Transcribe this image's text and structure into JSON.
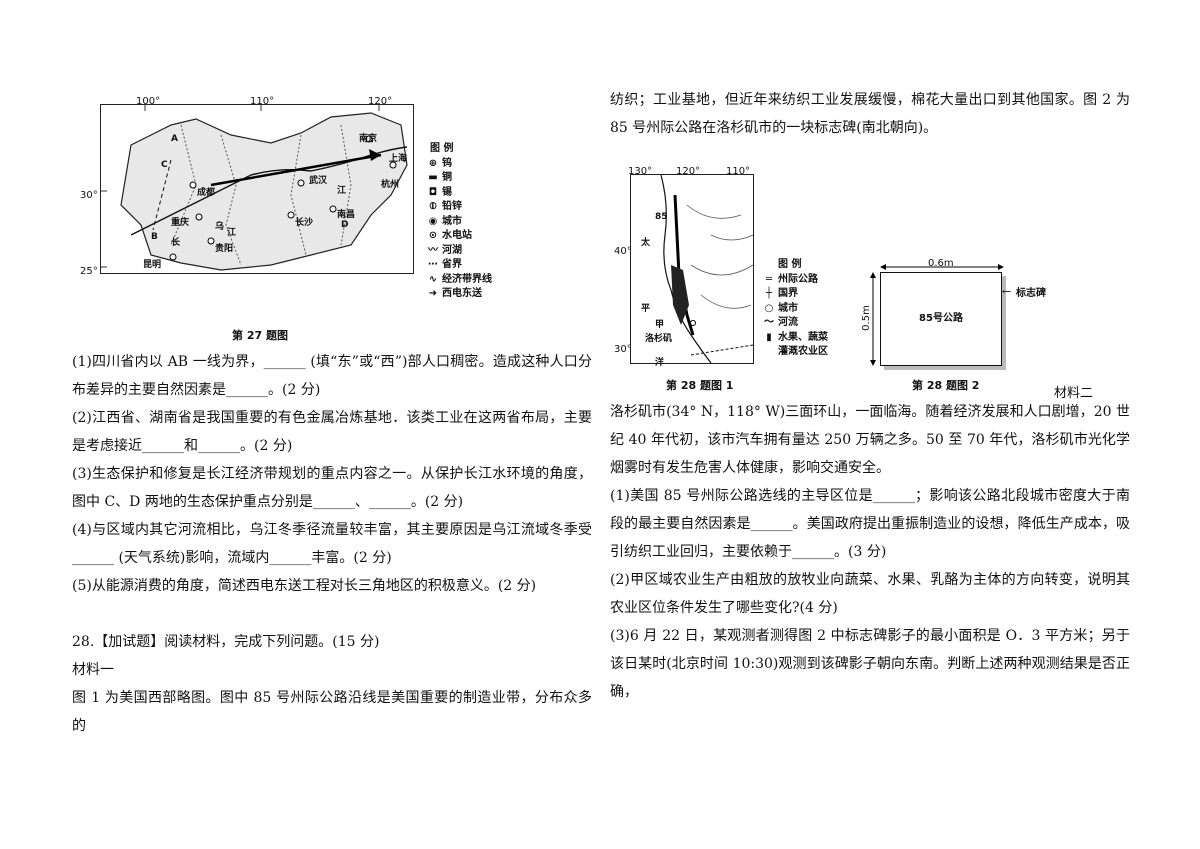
{
  "fig27": {
    "lon_ticks": [
      "100°",
      "110°",
      "120°"
    ],
    "lat_ticks": [
      "30°",
      "25°"
    ],
    "map_labels": {
      "A": "A",
      "B": "B",
      "C": "C",
      "D": "D",
      "chengdu": "成都",
      "chongqing": "重庆",
      "guiyang": "贵阳",
      "kunming": "昆明",
      "changsha": "长沙",
      "nanchang": "南昌",
      "wuhan": "武汉",
      "nanjing": "南京",
      "shanghai": "上海",
      "hangzhou": "杭州",
      "chang": "长",
      "jiang": "江",
      "wu": "乌",
      "jiang2": "江"
    },
    "legend_title": "图  例",
    "legend_items": [
      {
        "icon": "tungsten-icon",
        "symbol": "⊕",
        "label": "钨"
      },
      {
        "icon": "copper-icon",
        "symbol": "▬",
        "label": "铜"
      },
      {
        "icon": "tin-icon",
        "symbol": "◘",
        "label": "锡"
      },
      {
        "icon": "lead-zinc-icon",
        "symbol": "⦶",
        "label": "铅锌"
      },
      {
        "icon": "city-icon",
        "symbol": "◉",
        "label": "城市"
      },
      {
        "icon": "hydropower-icon",
        "symbol": "⊙",
        "label": "水电站"
      },
      {
        "icon": "river-icon",
        "symbol": "〰",
        "label": "河湖"
      },
      {
        "icon": "province-border-icon",
        "symbol": "⋯",
        "label": "省界"
      },
      {
        "icon": "economic-belt-line-icon",
        "symbol": "∿",
        "label": "经济带界线"
      },
      {
        "icon": "west-east-power-arrow-icon",
        "symbol": "➜",
        "label": "西电东送"
      }
    ],
    "caption": "第 27 题图"
  },
  "left_paragraphs": [
    "(1)四川省内以 AB 一线为界，______ (填“东”或“西”)部人口稠密。造成这种人口分布差异的主要自然因素是______。(2 分)",
    "(2)江西省、湖南省是我国重要的有色金属冶炼基地．该类工业在这两省布局，主要是考虑接近______和______。(2 分)",
    "(3)生态保护和修复是长江经济带规划的重点内容之一。从保护长江水环境的角度，图中 C、D 两地的生态保护重点分别是______、______。(2 分)",
    "(4)与区域内其它河流相比，乌江冬季径流量较丰富，其主要原因是乌江流域冬季受______ (天气系统)影响，流域内______丰富。(2 分)",
    "(5)从能源消费的角度，简述西电东送工程对长三角地区的积极意义。(2 分)"
  ],
  "q28_heading": "28.【加试题】阅读材料，完成下列问题。(15 分)",
  "material1_title": "材料一",
  "material1_text": "图 1 为美国西部略图。图中 85 号州际公路沿线是美国重要的制造业带，分布众多的",
  "right_top_text": "纺织；工业基地，但近年来纺织工业发展缓慢，棉花大量出口到其他国家。图 2 为 85 号州际公路在洛杉矶市的一块标志碑(南北朝向)。",
  "fig28_1": {
    "lon_ticks": [
      "130°",
      "120°",
      "110°"
    ],
    "lat_ticks": [
      "40°",
      "30°"
    ],
    "map_labels": {
      "road85": "85",
      "tai": "太",
      "ping": "平",
      "yang": "洋",
      "la": "洛杉矶",
      "jia": "甲"
    },
    "legend_title": "图  例",
    "legend_items": [
      {
        "icon": "interstate-highway-icon",
        "symbol": "═",
        "label": "州际公路"
      },
      {
        "icon": "national-border-icon",
        "symbol": "┼",
        "label": "国界"
      },
      {
        "icon": "city-icon",
        "symbol": "○",
        "label": "城市"
      },
      {
        "icon": "river-icon",
        "symbol": "〜",
        "label": "河流"
      },
      {
        "icon": "irrigated-farm-icon",
        "symbol": "▮",
        "label": "水果、蔬菜"
      },
      {
        "icon": "blank-icon",
        "symbol": "",
        "label": "灌溉农业区"
      }
    ],
    "caption": "第 28 题图 1"
  },
  "fig28_2": {
    "width_label": "0.6m",
    "height_label": "0.5m",
    "sign_text": "85号公路",
    "pointer_label": "标志碑",
    "caption": "第 28 题图 2"
  },
  "material2_title": "材料二",
  "right_paragraphs": [
    "洛杉矶市(34° N，118° W)三面环山，一面临海。随着经济发展和人口剧增，20 世纪 40 年代初，该市汽车拥有量达 250 万辆之多。50 至 70 年代，洛杉矶市光化学烟雾时有发生危害人体健康，影响交通安全。",
    "(1)美国 85 号州际公路选线的主导区位是______；影响该公路北段城市密度大于南段的最主要自然因素是______。美国政府提出重振制造业的设想，降低生产成本，吸引纺织工业回归，主要依赖于______。(3 分)",
    "(2)甲区域农业生产由粗放的放牧业向蔬菜、水果、乳酪为主体的方向转变，说明其农业区位条件发生了哪些变化?(4 分)",
    "(3)6 月 22 日，某观测者测得图 2 中标志碑影子的最小面积是 O．3 平方米；另于该日某时(北京时间 10:30)观测到该碑影子朝向东南。判断上述两种观测结果是否正确，"
  ]
}
